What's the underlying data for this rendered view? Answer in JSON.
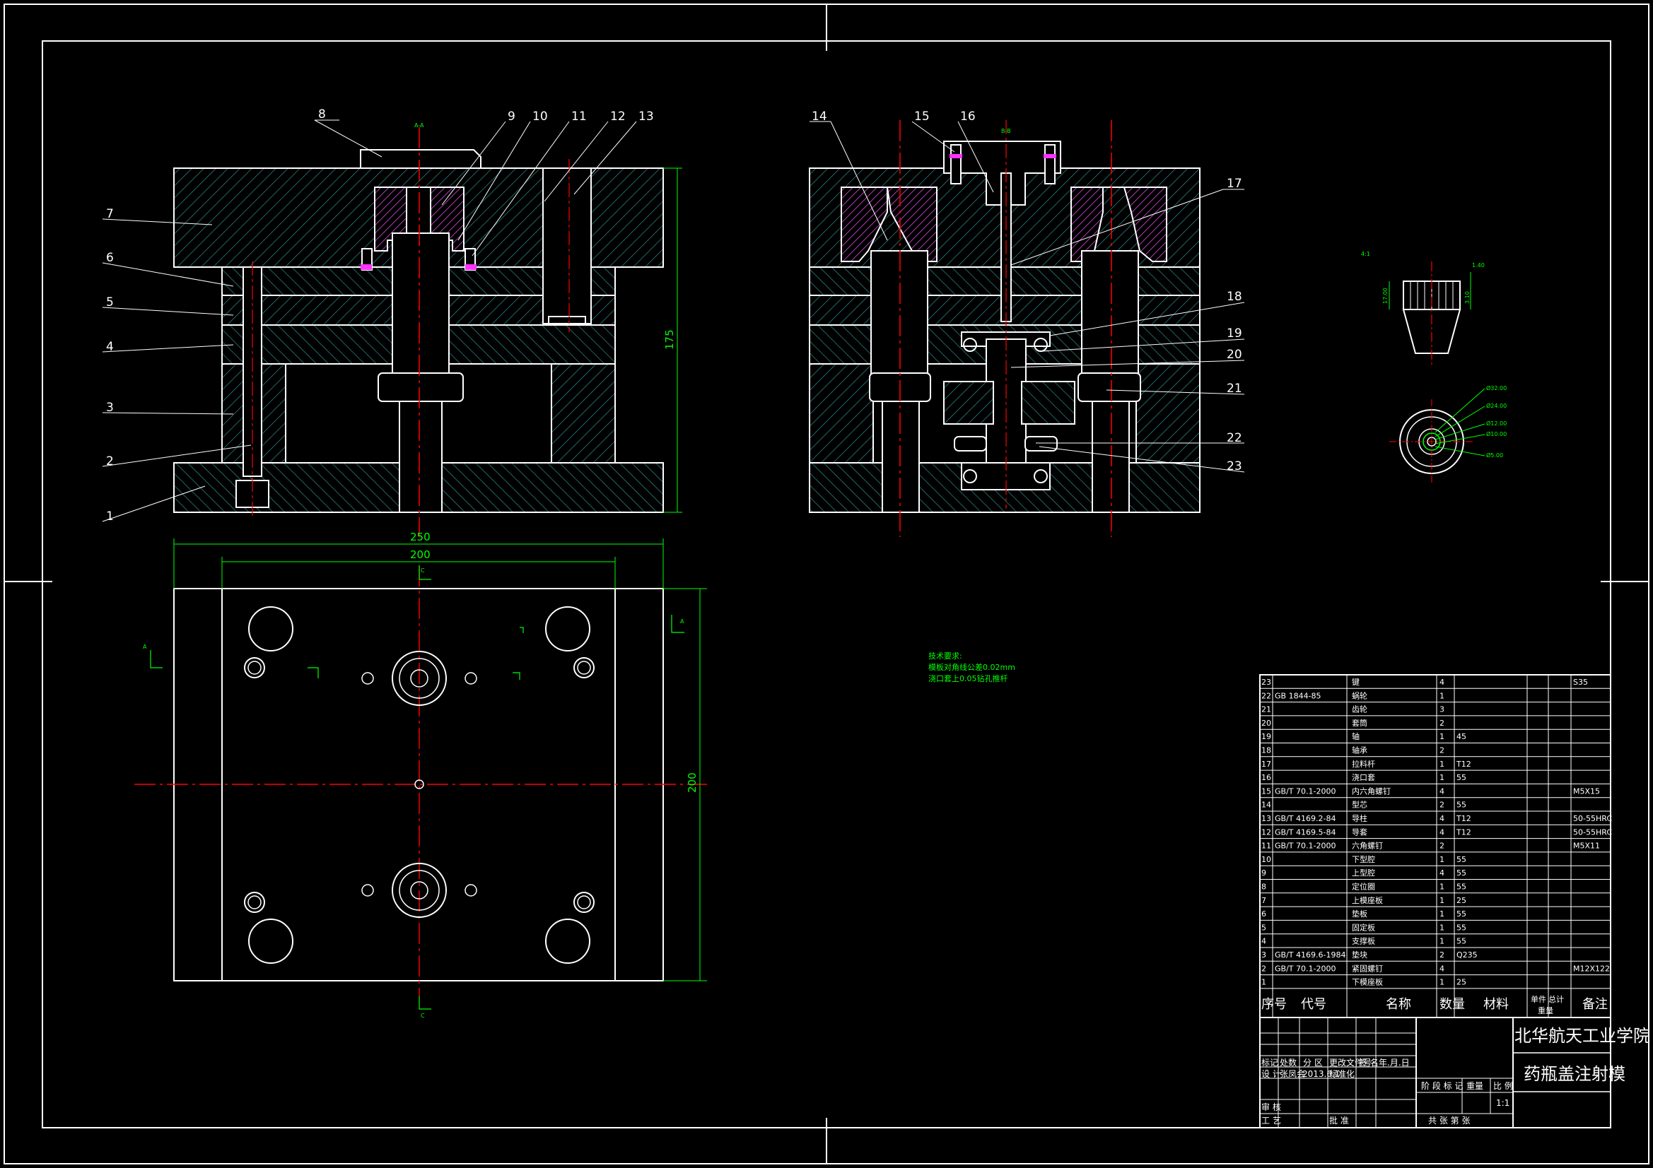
{
  "drawing": {
    "part_labels": [
      "1",
      "2",
      "3",
      "4",
      "5",
      "6",
      "7",
      "8",
      "9",
      "10",
      "11",
      "12",
      "13",
      "14",
      "15",
      "16",
      "17",
      "18",
      "19",
      "20",
      "21",
      "22",
      "23"
    ],
    "dimensions": {
      "overall_width": "250",
      "inner_width": "200",
      "front_height": "175",
      "plan_height": "200",
      "product_top_1": "1.40",
      "product_top_2": "3.10",
      "product_height": "17.00",
      "diameters": [
        "Ø32.00",
        "Ø24.00",
        "Ø12.00",
        "Ø10.00",
        "Ø5.00"
      ],
      "product_scale": "4:1"
    },
    "section_marks": [
      "A-A",
      "B-B",
      "A",
      "A",
      "C",
      "C"
    ],
    "tech_notes": {
      "title": "技术要求:",
      "line1": "模板对角线公差0.02mm",
      "line2": "浇口套上0.05钻孔推杆"
    }
  },
  "bom": {
    "headers": {
      "no": "序号",
      "code": "代号",
      "name": "名称",
      "qty": "数量",
      "material": "材料",
      "unit": "单件",
      "total": "总计",
      "weight": "重量",
      "remark": "备注"
    },
    "rows": [
      {
        "no": "23",
        "code": "",
        "name": "键",
        "qty": "4",
        "material": "",
        "remark": "S35"
      },
      {
        "no": "22",
        "code": "GB 1844-85",
        "name": "蜗轮",
        "qty": "1",
        "material": "",
        "remark": ""
      },
      {
        "no": "21",
        "code": "",
        "name": "齿轮",
        "qty": "3",
        "material": "",
        "remark": ""
      },
      {
        "no": "20",
        "code": "",
        "name": "套筒",
        "qty": "2",
        "material": "",
        "remark": ""
      },
      {
        "no": "19",
        "code": "",
        "name": "轴",
        "qty": "1",
        "material": "45",
        "remark": ""
      },
      {
        "no": "18",
        "code": "",
        "name": "轴承",
        "qty": "2",
        "material": "",
        "remark": ""
      },
      {
        "no": "17",
        "code": "",
        "name": "拉料杆",
        "qty": "1",
        "material": "T12",
        "remark": ""
      },
      {
        "no": "16",
        "code": "",
        "name": "浇口套",
        "qty": "1",
        "material": "55",
        "remark": ""
      },
      {
        "no": "15",
        "code": "GB/T 70.1-2000",
        "name": "内六角螺钉",
        "qty": "4",
        "material": "",
        "remark": "M5X15"
      },
      {
        "no": "14",
        "code": "",
        "name": "型芯",
        "qty": "2",
        "material": "55",
        "remark": ""
      },
      {
        "no": "13",
        "code": "GB/T 4169.2-84",
        "name": "导柱",
        "qty": "4",
        "material": "T12",
        "remark": "50-55HRC"
      },
      {
        "no": "12",
        "code": "GB/T 4169.5-84",
        "name": "导套",
        "qty": "4",
        "material": "T12",
        "remark": "50-55HRC"
      },
      {
        "no": "11",
        "code": "GB/T 70.1-2000",
        "name": "六角螺钉",
        "qty": "2",
        "material": "",
        "remark": "M5X11"
      },
      {
        "no": "10",
        "code": "",
        "name": "下型腔",
        "qty": "1",
        "material": "55",
        "remark": ""
      },
      {
        "no": "9",
        "code": "",
        "name": "上型腔",
        "qty": "4",
        "material": "55",
        "remark": ""
      },
      {
        "no": "8",
        "code": "",
        "name": "定位圈",
        "qty": "1",
        "material": "55",
        "remark": ""
      },
      {
        "no": "7",
        "code": "",
        "name": "上模座板",
        "qty": "1",
        "material": "25",
        "remark": ""
      },
      {
        "no": "6",
        "code": "",
        "name": "垫板",
        "qty": "1",
        "material": "55",
        "remark": ""
      },
      {
        "no": "5",
        "code": "",
        "name": "固定板",
        "qty": "1",
        "material": "55",
        "remark": ""
      },
      {
        "no": "4",
        "code": "",
        "name": "支撑板",
        "qty": "1",
        "material": "55",
        "remark": ""
      },
      {
        "no": "3",
        "code": "GB/T 4169.6-1984",
        "name": "垫块",
        "qty": "2",
        "material": "Q235",
        "remark": ""
      },
      {
        "no": "2",
        "code": "GB/T 70.1-2000",
        "name": "紧固螺钉",
        "qty": "4",
        "material": "",
        "remark": "M12X122"
      },
      {
        "no": "1",
        "code": "",
        "name": "下模座板",
        "qty": "1",
        "material": "25",
        "remark": ""
      }
    ]
  },
  "title_block": {
    "school": "北华航天工业学院",
    "drawing_title": "药瓶盖注射模",
    "rev_headers": [
      "标记",
      "处数",
      "分 区",
      "更改文件号",
      "签 名",
      "年.月.日"
    ],
    "design_label": "设 计",
    "designer": "张凤会",
    "date": "2013.6.1",
    "standardize_label": "标准化",
    "stage_labels": [
      "阶 段 标 记",
      "重量",
      "比 例"
    ],
    "scale": "1:1",
    "review_label": "审 核",
    "process_label": "工 艺",
    "approve_label": "批 准",
    "sheets": "共    张  第    张"
  },
  "colors": {
    "background": "#000000",
    "outline": "#ffffff",
    "hatch": "#2a7f7f",
    "centerline": "#ff0000",
    "dimension": "#00ff00",
    "cavity": "#9b2f9b"
  }
}
